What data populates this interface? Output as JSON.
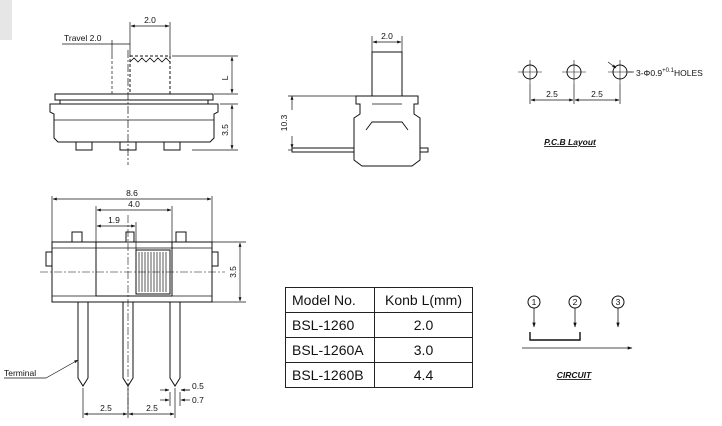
{
  "front_view": {
    "travel_label": "Travel 2.0",
    "knob_width": "2.0",
    "knob_length": "L",
    "body_height": "3.5"
  },
  "side_view": {
    "knob_width": "2.0",
    "total_height": "10.3"
  },
  "pcb_layout": {
    "holes_label": "3-Φ0.9",
    "holes_tol": "+0.1",
    "holes_suffix": "HOLES",
    "pitch_1": "2.5",
    "pitch_2": "2.5",
    "caption": "P.C.B Layout"
  },
  "top_view": {
    "total_width": "8.6",
    "frame_width": "4.0",
    "knob_offset": "1.9",
    "body_height": "3.5",
    "terminal_label": "Terminal",
    "pin_width": "0.5",
    "pin_pitch_small": "0.7",
    "pitch_1": "2.5",
    "pitch_2": "2.5"
  },
  "spec_table": {
    "headers": [
      "Model No.",
      "Konb L(mm)"
    ],
    "rows": [
      [
        "BSL-1260",
        "2.0"
      ],
      [
        "BSL-1260A",
        "3.0"
      ],
      [
        "BSL-1260B",
        "4.4"
      ]
    ]
  },
  "circuit": {
    "pins": [
      "1",
      "2",
      "3"
    ],
    "caption": "CIRCUIT"
  }
}
